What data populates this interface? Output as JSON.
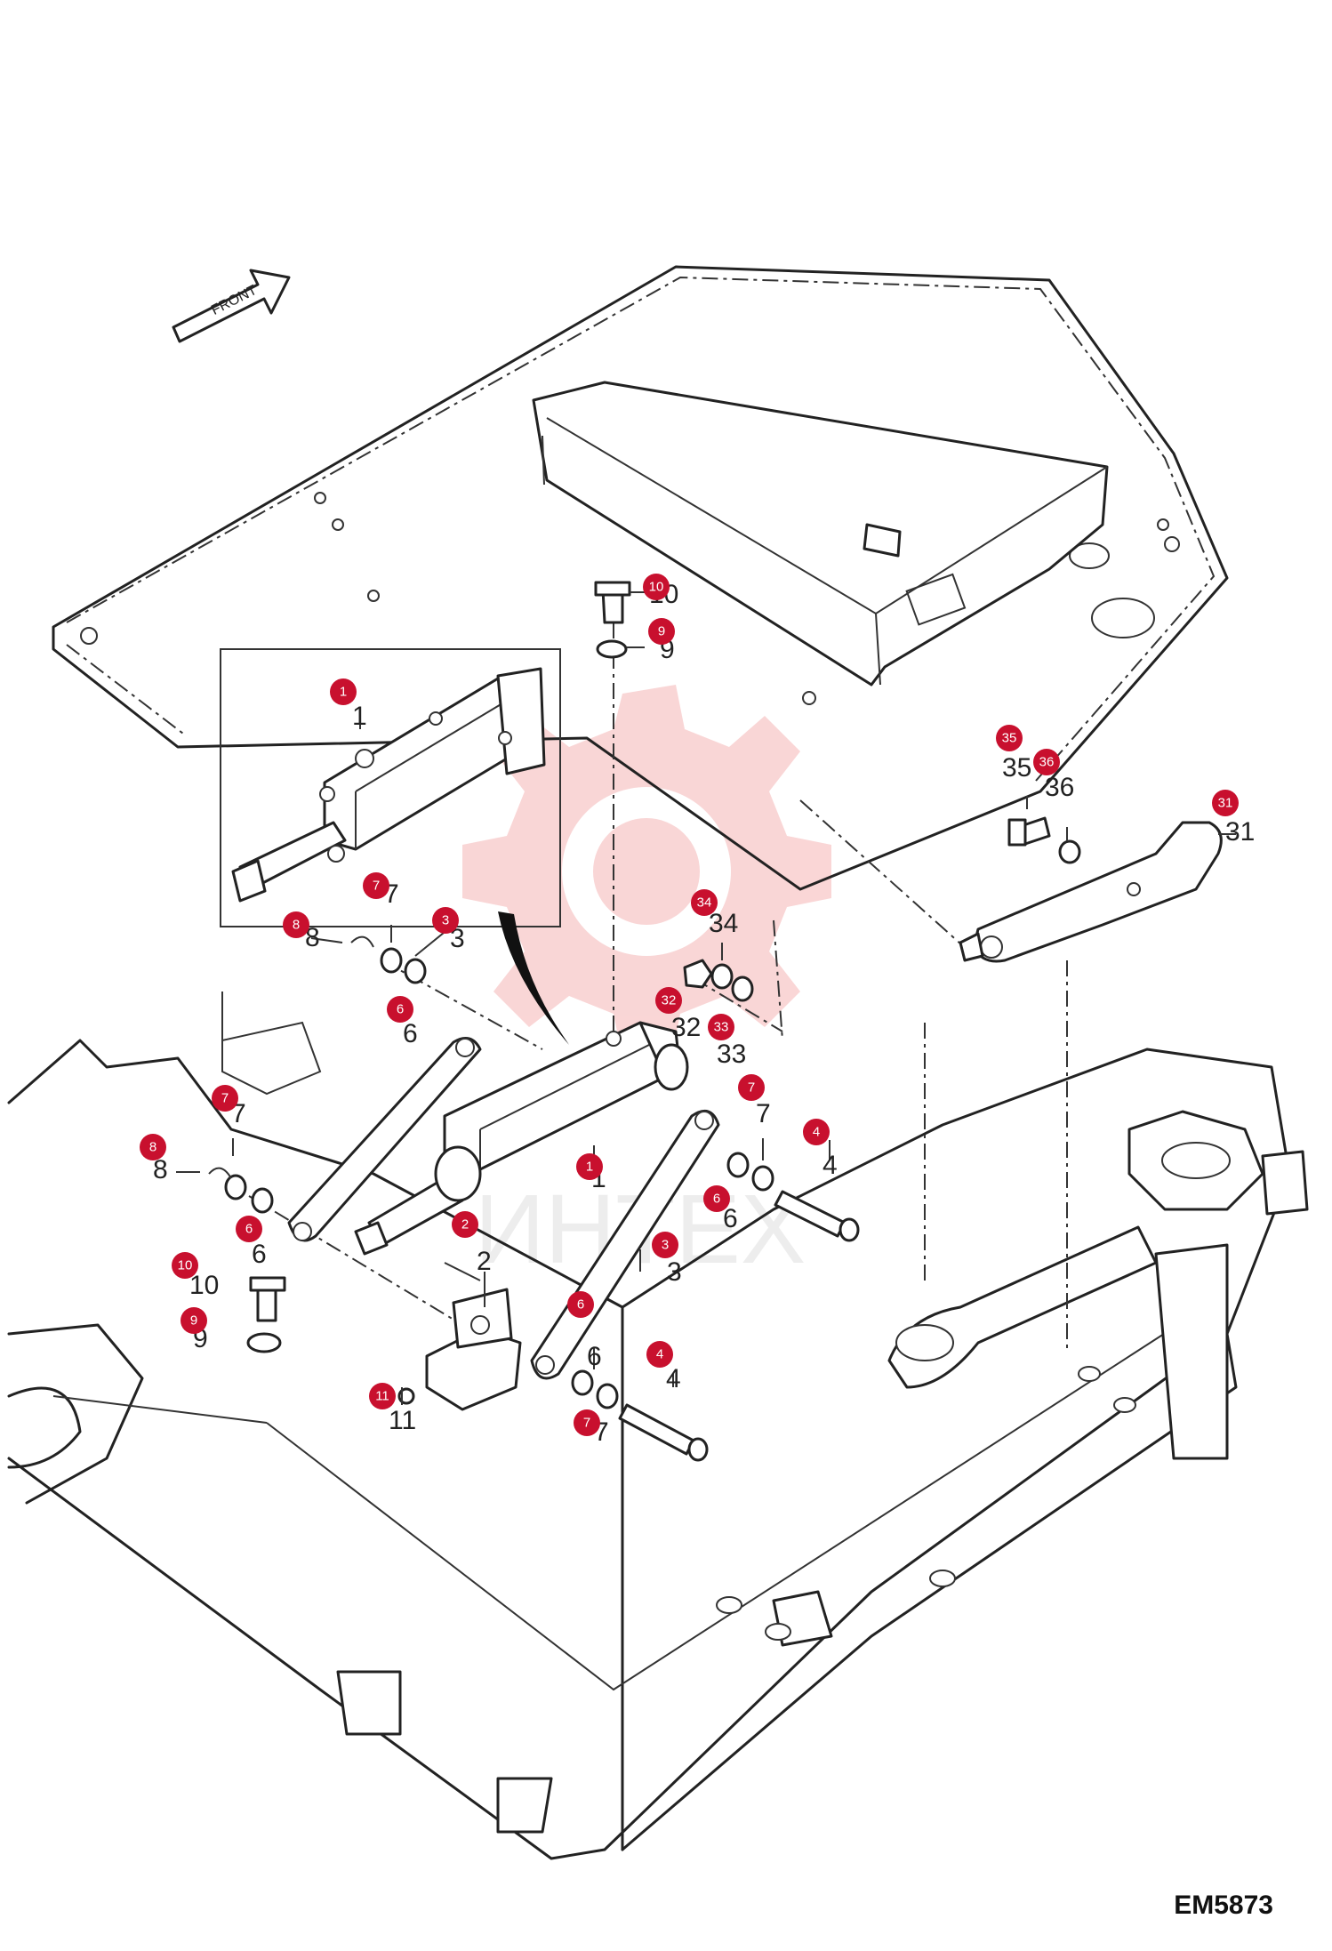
{
  "direction_label": "FRONT",
  "drawing_code": "EM5873",
  "watermark_text": "ИНТЕХ",
  "colors": {
    "callout": "#c8102e",
    "watermark": "#f5b5b5"
  },
  "callouts": [
    {
      "id": "c1a",
      "num": "1"
    },
    {
      "id": "c1b",
      "num": "1"
    },
    {
      "id": "c2",
      "num": "2"
    },
    {
      "id": "c3a",
      "num": "3"
    },
    {
      "id": "c3b",
      "num": "3"
    },
    {
      "id": "c4a",
      "num": "4"
    },
    {
      "id": "c4b",
      "num": "4"
    },
    {
      "id": "c6a",
      "num": "6"
    },
    {
      "id": "c6b",
      "num": "6"
    },
    {
      "id": "c6c",
      "num": "6"
    },
    {
      "id": "c6d",
      "num": "6"
    },
    {
      "id": "c7a",
      "num": "7"
    },
    {
      "id": "c7b",
      "num": "7"
    },
    {
      "id": "c7c",
      "num": "7"
    },
    {
      "id": "c7d",
      "num": "7"
    },
    {
      "id": "c8a",
      "num": "8"
    },
    {
      "id": "c8b",
      "num": "8"
    },
    {
      "id": "c9a",
      "num": "9"
    },
    {
      "id": "c9b",
      "num": "9"
    },
    {
      "id": "c10a",
      "num": "10"
    },
    {
      "id": "c10b",
      "num": "10"
    },
    {
      "id": "c11",
      "num": "11"
    },
    {
      "id": "c31",
      "num": "31"
    },
    {
      "id": "c32",
      "num": "32"
    },
    {
      "id": "c33",
      "num": "33"
    },
    {
      "id": "c34",
      "num": "34"
    },
    {
      "id": "c35",
      "num": "35"
    },
    {
      "id": "c36",
      "num": "36"
    }
  ],
  "part_numbers": [
    {
      "id": "n1a",
      "num": "1"
    },
    {
      "id": "n1b",
      "num": "1"
    },
    {
      "id": "n2",
      "num": "2"
    },
    {
      "id": "n3a",
      "num": "3"
    },
    {
      "id": "n3b",
      "num": "3"
    },
    {
      "id": "n4a",
      "num": "4"
    },
    {
      "id": "n4b",
      "num": "4"
    },
    {
      "id": "n6a",
      "num": "6"
    },
    {
      "id": "n6b",
      "num": "6"
    },
    {
      "id": "n6c",
      "num": "6"
    },
    {
      "id": "n6d",
      "num": "6"
    },
    {
      "id": "n7a",
      "num": "7"
    },
    {
      "id": "n7b",
      "num": "7"
    },
    {
      "id": "n7c",
      "num": "7"
    },
    {
      "id": "n7d",
      "num": "7"
    },
    {
      "id": "n8a",
      "num": "8"
    },
    {
      "id": "n8b",
      "num": "8"
    },
    {
      "id": "n9a",
      "num": "9"
    },
    {
      "id": "n9b",
      "num": "9"
    },
    {
      "id": "n10a",
      "num": "10"
    },
    {
      "id": "n10b",
      "num": "10"
    },
    {
      "id": "n11",
      "num": "11"
    },
    {
      "id": "n31",
      "num": "31"
    },
    {
      "id": "n32",
      "num": "32"
    },
    {
      "id": "n33",
      "num": "33"
    },
    {
      "id": "n34",
      "num": "34"
    },
    {
      "id": "n35",
      "num": "35"
    },
    {
      "id": "n36",
      "num": "36"
    }
  ]
}
